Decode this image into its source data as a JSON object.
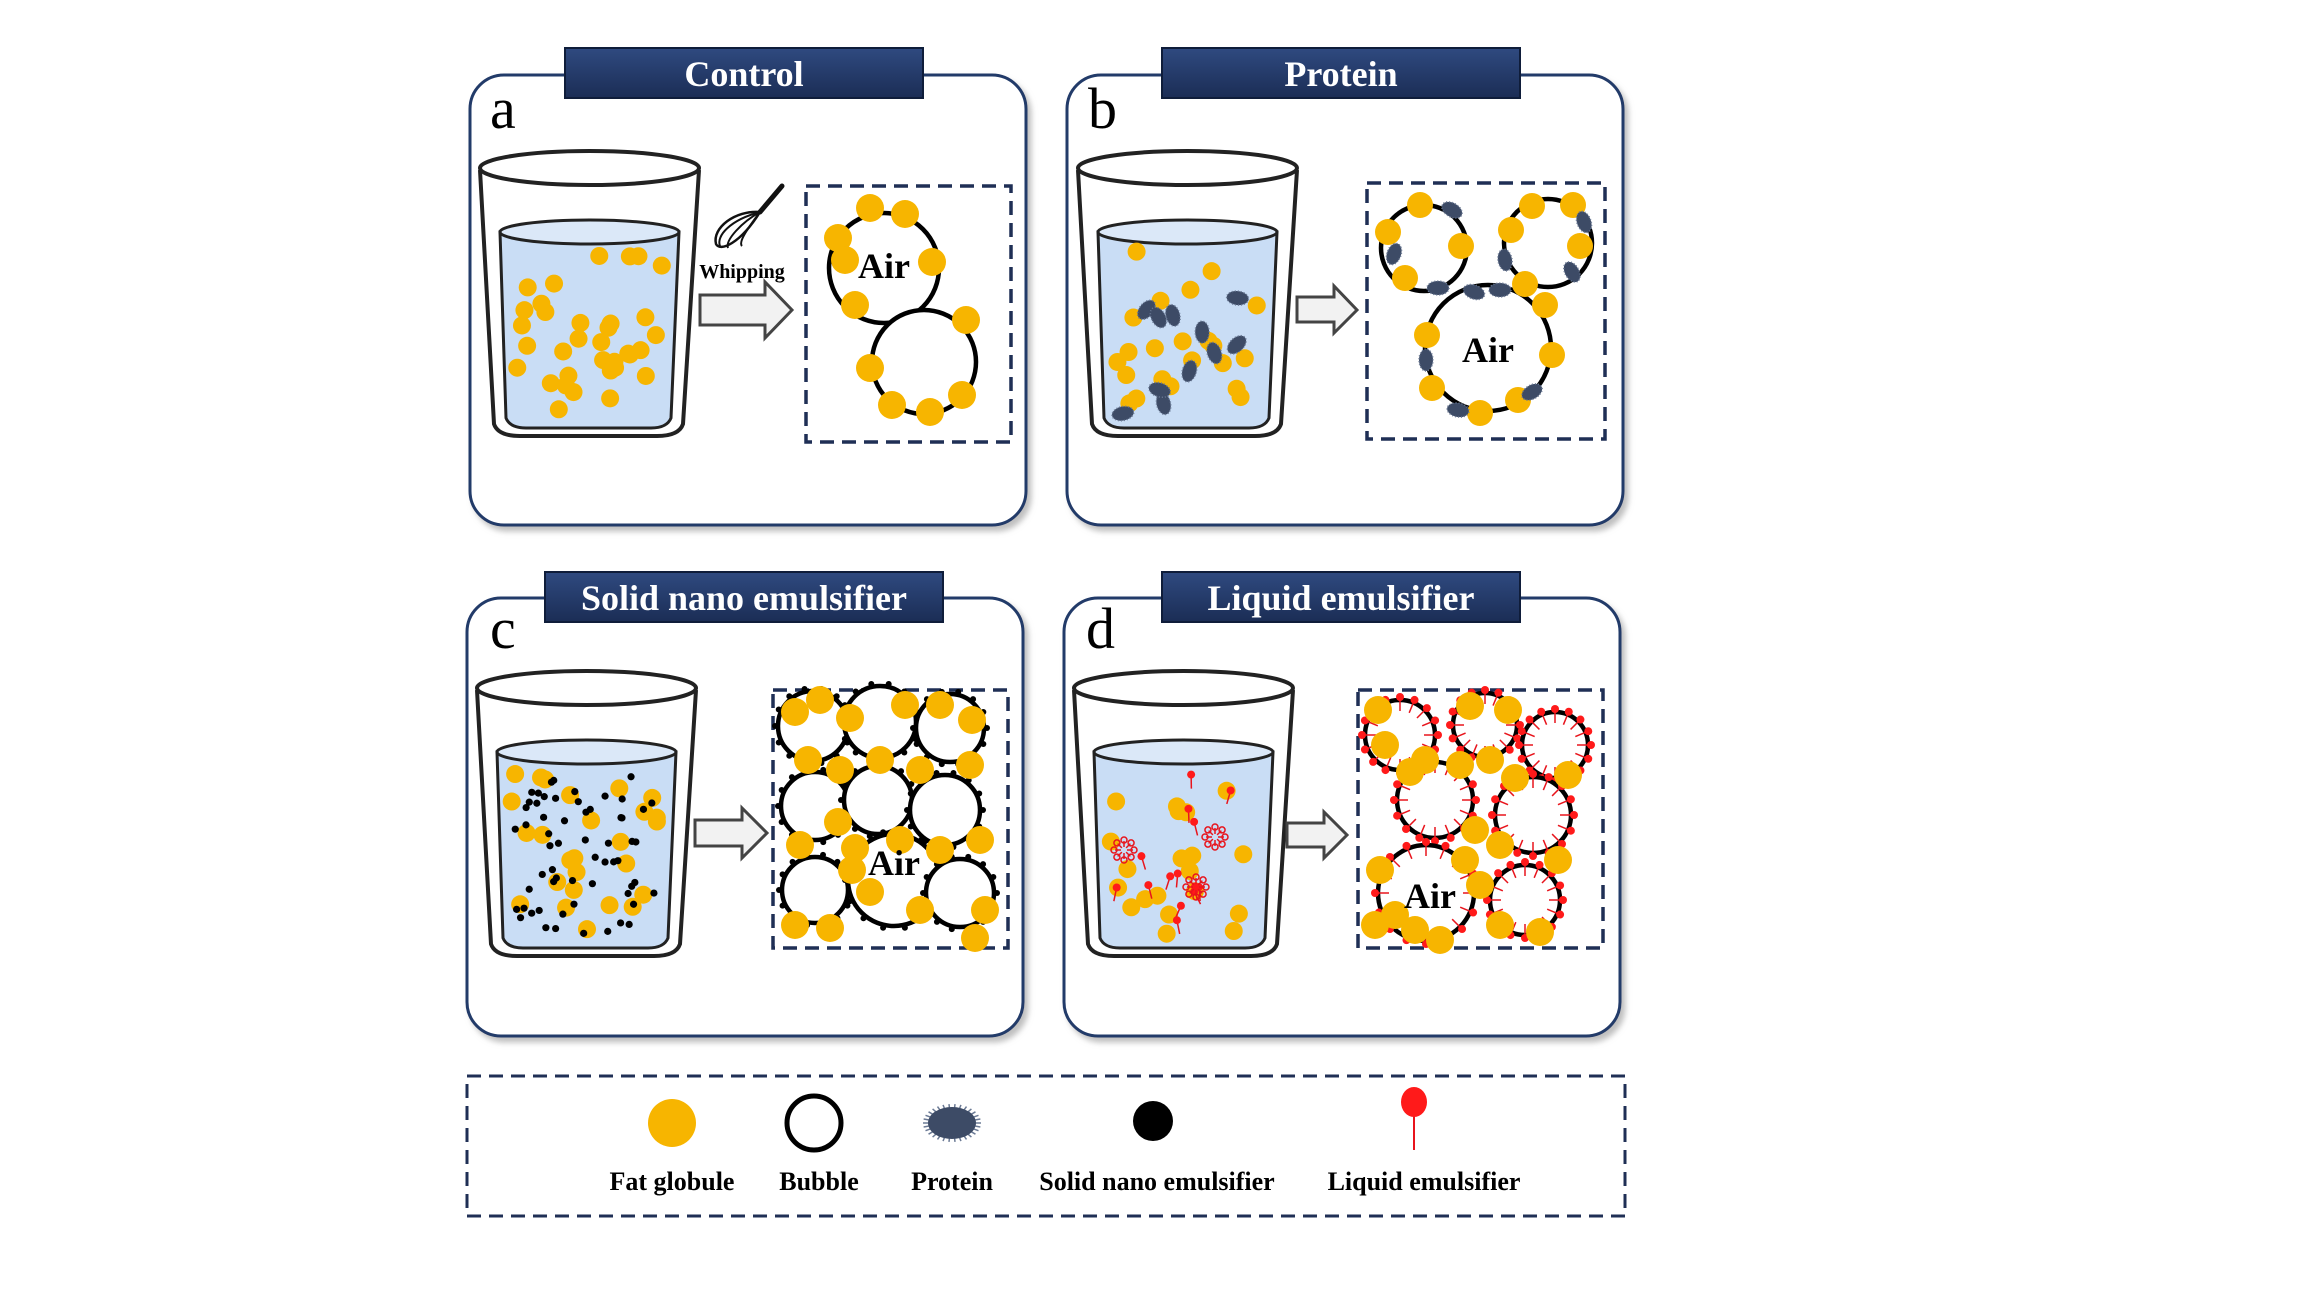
{
  "colors": {
    "fat": "#f7b500",
    "header": "#233a69",
    "water": "#c9ddf5",
    "protein": "#3d4b66",
    "emulsifier": "#e8141c",
    "dash": "#1f2f55"
  },
  "panels": [
    {
      "letter": "a",
      "title": "Control",
      "air": "Air",
      "action": "Whipping"
    },
    {
      "letter": "b",
      "title": "Protein",
      "air": "Air"
    },
    {
      "letter": "c",
      "title": "Solid nano emulsifier",
      "air": "Air"
    },
    {
      "letter": "d",
      "title": "Liquid emulsifier",
      "air": "Air"
    }
  ],
  "legend": [
    {
      "icon": "fat-globule-icon",
      "label": "Fat globule"
    },
    {
      "icon": "bubble-icon",
      "label": "Bubble"
    },
    {
      "icon": "protein-icon",
      "label": "Protein"
    },
    {
      "icon": "solid-nano-emulsifier-icon",
      "label": "Solid nano emulsifier"
    },
    {
      "icon": "liquid-emulsifier-icon",
      "label": "Liquid emulsifier"
    }
  ]
}
